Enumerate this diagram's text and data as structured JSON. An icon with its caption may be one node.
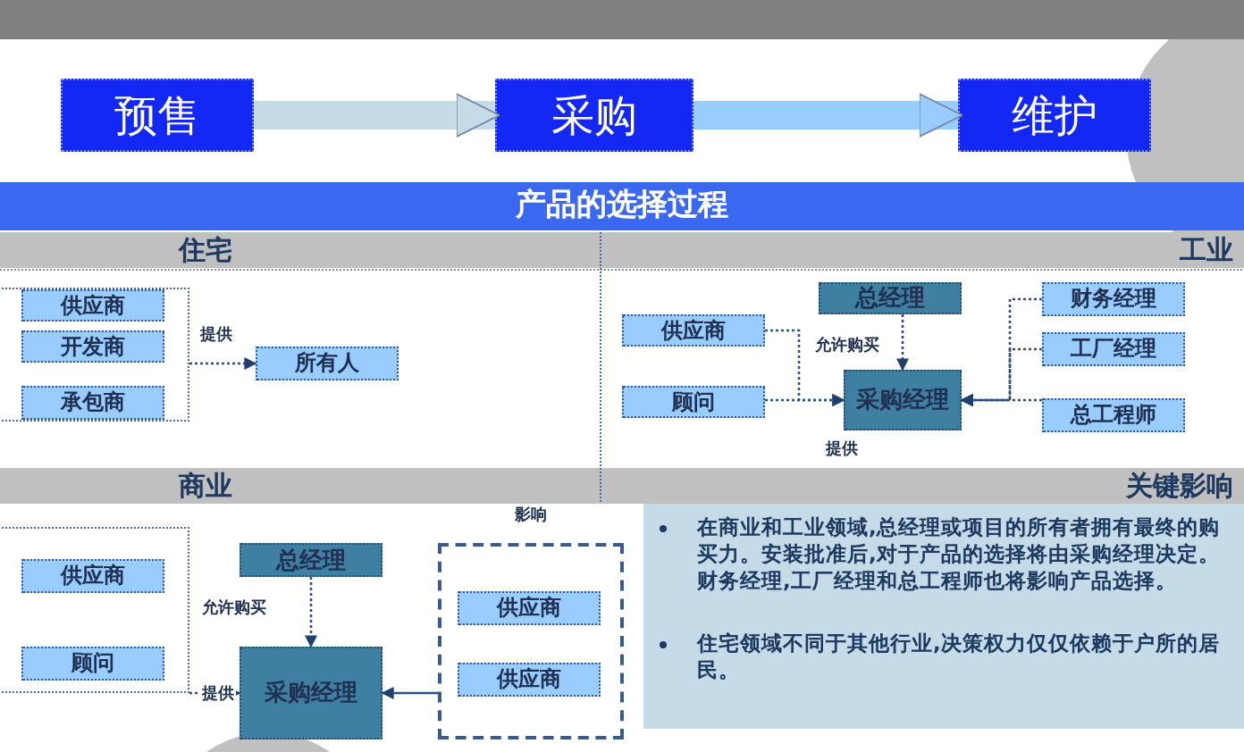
{
  "diagram": {
    "title": "产品的选择过程",
    "nodes": [
      {
        "text": [
          "预售"
        ]
      },
      {
        "text": [
          "采购"
        ]
      },
      {
        "text": [
          "维护"
        ]
      },
      {
        "text": [],
        "shape": "box"
      },
      {
        "text": [
          "供应商"
        ],
        "in": 3
      },
      {
        "text": [
          "开发商"
        ],
        "in": 3
      },
      {
        "text": [
          "承包商"
        ],
        "in": 3
      },
      {
        "text": [
          "所有人"
        ]
      },
      {
        "text": [
          "总经理"
        ]
      },
      {
        "text": [
          "供应商"
        ]
      },
      {
        "text": [
          "顾问"
        ]
      },
      {
        "text": [
          "采购经理"
        ]
      },
      {
        "text": [
          "财务经理"
        ]
      },
      {
        "text": [
          "工厂经理"
        ]
      },
      {
        "text": [
          "总工程师"
        ]
      },
      {
        "text": [],
        "shape": "box"
      },
      {
        "text": [
          "供应商"
        ],
        "in": 15
      },
      {
        "text": [
          "顾问"
        ],
        "in": 15
      },
      {
        "text": [
          "总经理"
        ]
      },
      {
        "text": [
          "采购经理"
        ]
      },
      {
        "text": [],
        "shape": "box",
        "beside": [
          "影响"
        ]
      },
      {
        "text": [
          "供应商"
        ],
        "in": 20
      },
      {
        "text": [
          "供应商"
        ],
        "in": 20
      },
      {
        "text": [
          "在商业和工业领域,总经理或项目的所有者拥有最终的购买力。安装批准后,对于产品的选择将由采购经理决定。财务经理,工厂经理和总工程师也将影响产品选择。",
          "住宅领域不同于其他行业,决策权力仅仅依赖于户所的居民。"
        ]
      }
    ],
    "edges": [
      {
        "from": 0,
        "to": 1,
        "arrow": "to",
        "style": "thick",
        "color": "#c5dbe8"
      },
      {
        "from": 1,
        "to": 2,
        "arrow": "to",
        "style": "thick",
        "color": "#99ccff"
      },
      {
        "from": 3,
        "to": 7,
        "arrow": "to",
        "style": "dashed",
        "label": "提供"
      },
      {
        "from": 8,
        "to": 11,
        "arrow": "to",
        "style": "dashed",
        "label": "允许购买"
      },
      {
        "from": 9,
        "to": 11,
        "arrow": "to",
        "style": "dashed"
      },
      {
        "from": 10,
        "to": 11,
        "arrow": "to",
        "style": "dashed"
      },
      {
        "from": 12,
        "to": 11,
        "arrow": "to",
        "style": "dashed"
      },
      {
        "from": 13,
        "to": 11,
        "arrow": "to",
        "style": "dashed"
      },
      {
        "from": 14,
        "to": 11,
        "arrow": "to",
        "style": "dashed"
      },
      {
        "from": 15,
        "to": 19,
        "arrow": "to",
        "style": "dashed",
        "label": "提供"
      },
      {
        "from": 18,
        "to": 19,
        "arrow": "to",
        "style": "dashed",
        "label": "允许购买"
      },
      {
        "from": 20,
        "to": 19,
        "arrow": "to"
      }
    ],
    "labels": [
      "住宅",
      "工业",
      "提供",
      "商业",
      "关键影响"
    ]
  }
}
